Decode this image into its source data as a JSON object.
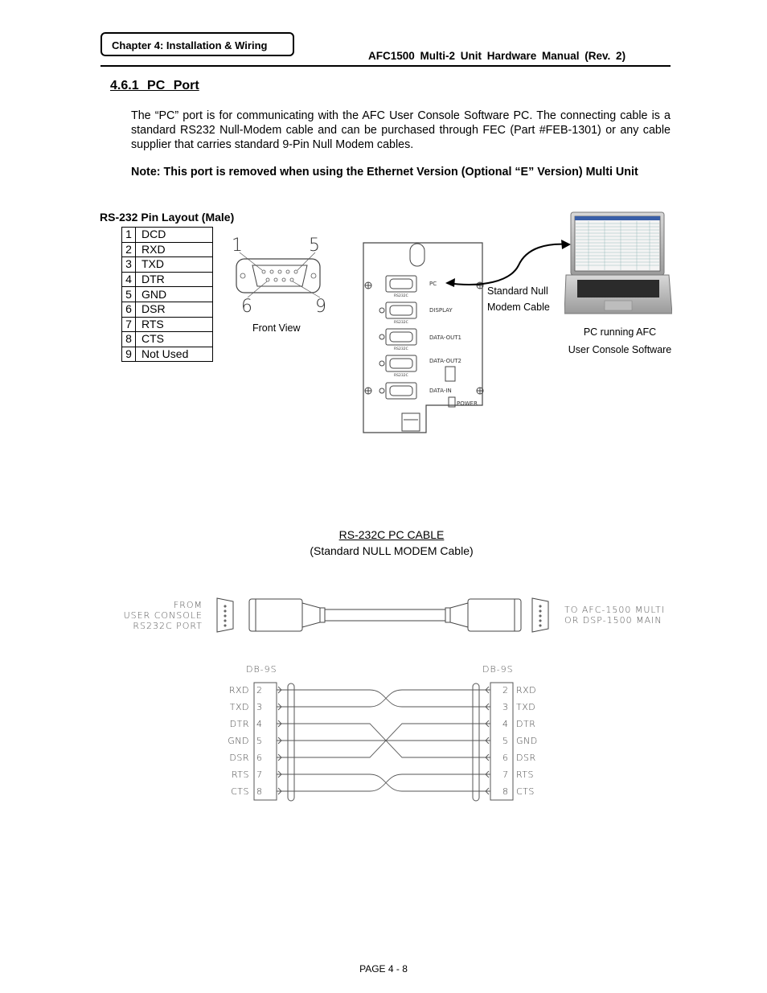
{
  "header": {
    "chapter": "Chapter 4: Installation & Wiring",
    "manual_title": "AFC1500  Multi-2  Unit  Hardware  Manual  (Rev.  2)"
  },
  "section": {
    "title": "4.6.1   PC  Port",
    "paragraph": "The “PC” port is for communicating with the AFC User Console Software PC. The connecting cable is a standard RS232 Null-Modem cable and can be purchased through FEC (Part #FEB-1301) or any cable supplier that carries standard 9-Pin Null Modem cables.",
    "note": "Note: This port is removed when using the Ethernet Version (Optional “E” Version) Multi Unit"
  },
  "pin_layout": {
    "title": "RS-232 Pin Layout (Male)",
    "pins": [
      {
        "num": "1",
        "signal": "DCD"
      },
      {
        "num": "2",
        "signal": "RXD"
      },
      {
        "num": "3",
        "signal": "TXD"
      },
      {
        "num": "4",
        "signal": "DTR"
      },
      {
        "num": "5",
        "signal": "GND"
      },
      {
        "num": "6",
        "signal": "DSR"
      },
      {
        "num": "7",
        "signal": "RTS"
      },
      {
        "num": "8",
        "signal": "CTS"
      },
      {
        "num": "9",
        "signal": "Not Used"
      }
    ]
  },
  "front_view": {
    "label": "Front View",
    "corner_numbers": [
      "1",
      "5",
      "6",
      "9"
    ]
  },
  "unit_panel": {
    "ports": [
      "PC",
      "DISPLAY",
      "DATA-OUT1",
      "DATA-OUT2",
      "DATA-IN"
    ],
    "port_sublabel": "RS232C",
    "power_label": "POWER"
  },
  "cable_callout": {
    "line1": "Standard Null",
    "line2": "Modem Cable"
  },
  "pc_caption": {
    "line1": "PC running AFC",
    "line2": "User Console Software"
  },
  "cable_diagram": {
    "title": "RS-232C PC CABLE",
    "subtitle": "(Standard NULL MODEM Cable)",
    "left_label": [
      "FROM",
      "USER CONSOLE",
      "RS232C PORT"
    ],
    "right_label": [
      "TO  AFC-1500  MULTI",
      "OR  DSP-1500  MAIN"
    ],
    "left_connector": "DB-9S",
    "right_connector": "DB-9S",
    "pins": [
      {
        "num": "2",
        "signal": "RXD"
      },
      {
        "num": "3",
        "signal": "TXD"
      },
      {
        "num": "4",
        "signal": "DTR"
      },
      {
        "num": "5",
        "signal": "GND"
      },
      {
        "num": "6",
        "signal": "DSR"
      },
      {
        "num": "7",
        "signal": "RTS"
      },
      {
        "num": "8",
        "signal": "CTS"
      }
    ]
  },
  "footer": {
    "page": "PAGE 4 - 8"
  }
}
